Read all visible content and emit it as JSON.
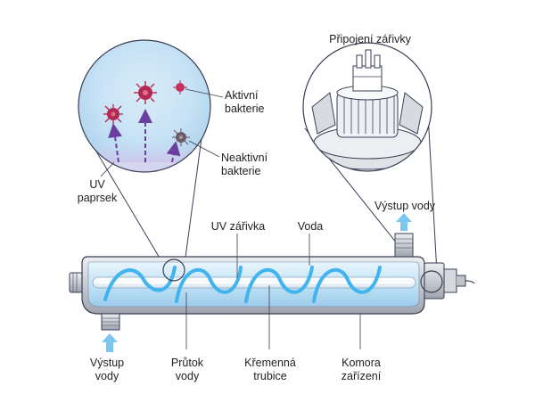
{
  "labels": {
    "aktivni": [
      "Aktivní",
      "bakterie"
    ],
    "neaktivni": [
      "Neaktivní",
      "bakterie"
    ],
    "uv_paprsek": [
      "UV",
      "paprsek"
    ],
    "pripojeni": "Připojení zářivky",
    "vystup_top": "Výstup vody",
    "uv_zarivka": "UV zářivka",
    "voda": "Voda",
    "vystup_bottom": [
      "Výstup",
      "vody"
    ],
    "prutok": [
      "Průtok",
      "vody"
    ],
    "kremenna": [
      "Křemenná",
      "trubice"
    ],
    "komora": [
      "Komora",
      "zařízení"
    ]
  },
  "colors": {
    "outline": "#3a3f55",
    "metal": "#c9cdd4",
    "water": "#bcdff5",
    "water_light": "#e3f2fb",
    "flow": "#3fb4ee",
    "arrow": "#7cc7f0",
    "uv_ray": "#6a3fa0",
    "bacteria_active": "#b22a52",
    "bacteria_inactive": "#6e5a66"
  },
  "icons": [
    "bacteria-active-icon",
    "bacteria-inactive-icon",
    "water-flow-arrow-icon",
    "uv-ray-arrow-icon",
    "lamp-connector-icon"
  ]
}
